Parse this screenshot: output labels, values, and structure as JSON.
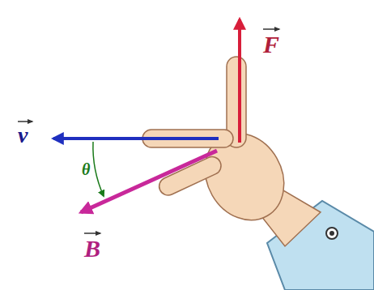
{
  "diagram": {
    "labels": [
      "F",
      "v",
      "θ",
      "B"
    ]
  }
}
